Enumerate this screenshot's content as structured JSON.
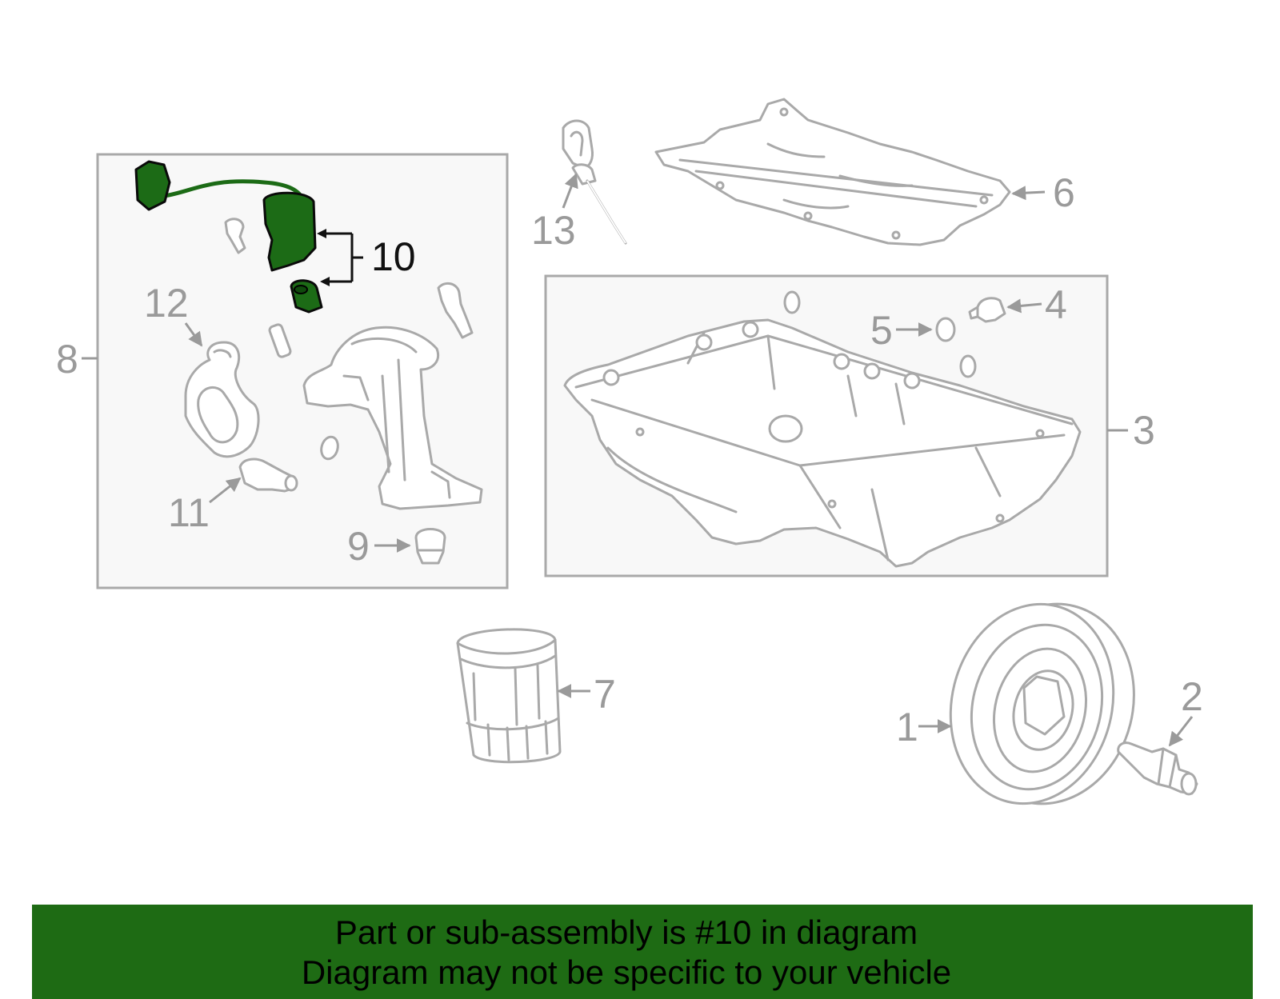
{
  "diagram": {
    "highlight_color": "#1e6b14",
    "callouts": {
      "c1": "1",
      "c2": "2",
      "c3": "3",
      "c4": "4",
      "c5": "5",
      "c6": "6",
      "c7": "7",
      "c8": "8",
      "c9": "9",
      "c10": "10",
      "c11": "11",
      "c12": "12",
      "c13": "13"
    },
    "highlighted_part": "10"
  },
  "banner": {
    "line1": "Part or sub-assembly is #10 in diagram",
    "line2": "Diagram may not be specific to your vehicle",
    "background": "#1e6b14"
  }
}
